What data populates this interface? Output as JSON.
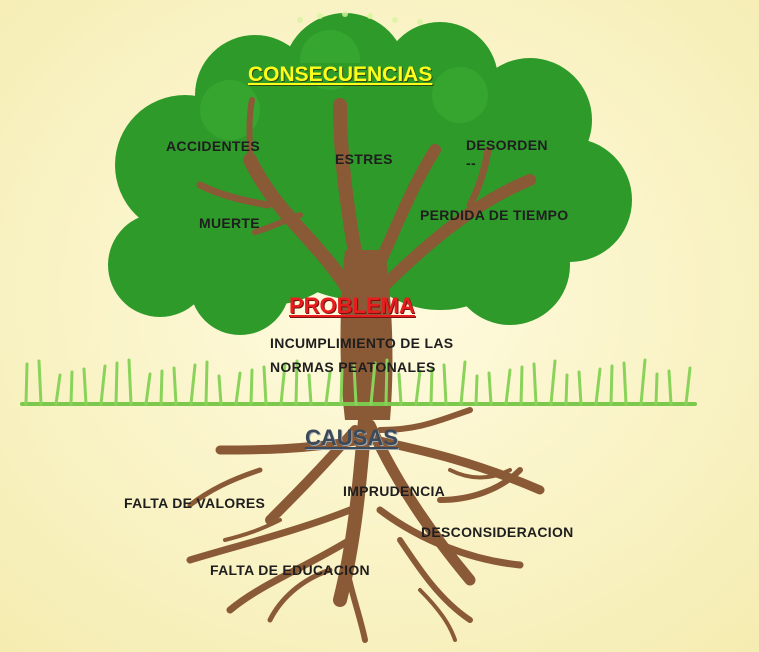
{
  "colors": {
    "background": "#fbf6cf",
    "foliage": "#2e9a2a",
    "trunk": "#8a5a36",
    "grass": "#8ad35a",
    "consequences_title": "#ffff1a",
    "problem_title": "#e81e1e",
    "causes_title": "#3a4a5a"
  },
  "titles": {
    "consequences": "CONSECUENCIAS",
    "problem": "PROBLEMA",
    "causes": "CAUSAS"
  },
  "problem": {
    "line1": "INCUMPLIMIENTO DE LAS",
    "line2": "NORMAS PEATONALES"
  },
  "consequences": [
    "ACCIDENTES",
    "ESTRES",
    "DESORDEN",
    "--",
    "MUERTE",
    "PERDIDA DE TIEMPO"
  ],
  "causes": [
    "FALTA DE VALORES",
    "IMPRUDENCIA",
    "DESCONSIDERACION",
    "FALTA DE EDUCACION"
  ]
}
